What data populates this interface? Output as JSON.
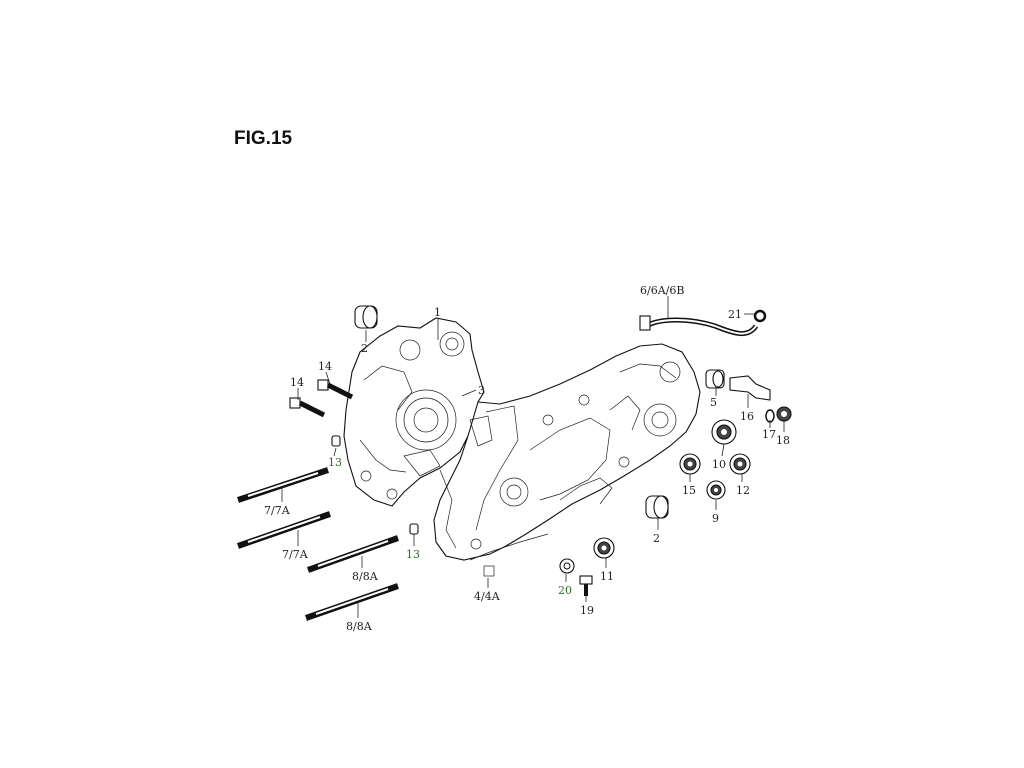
{
  "figure": {
    "title": "FIG.15"
  },
  "callouts": {
    "c1": "1",
    "c2a": "2",
    "c2b": "2",
    "c3": "3",
    "c44a": "4/4A",
    "c5": "5",
    "c6": "6/6A/6B",
    "c77a_1": "7/7A",
    "c77a_2": "7/7A",
    "c88a_1": "8/8A",
    "c88a_2": "8/8A",
    "c9": "9",
    "c10": "10",
    "c11": "11",
    "c12": "12",
    "c13a": "13",
    "c13b": "13",
    "c14a": "14",
    "c14b": "14",
    "c15": "15",
    "c16": "16",
    "c17": "17",
    "c18": "18",
    "c19": "19",
    "c20": "20",
    "c21": "21"
  }
}
